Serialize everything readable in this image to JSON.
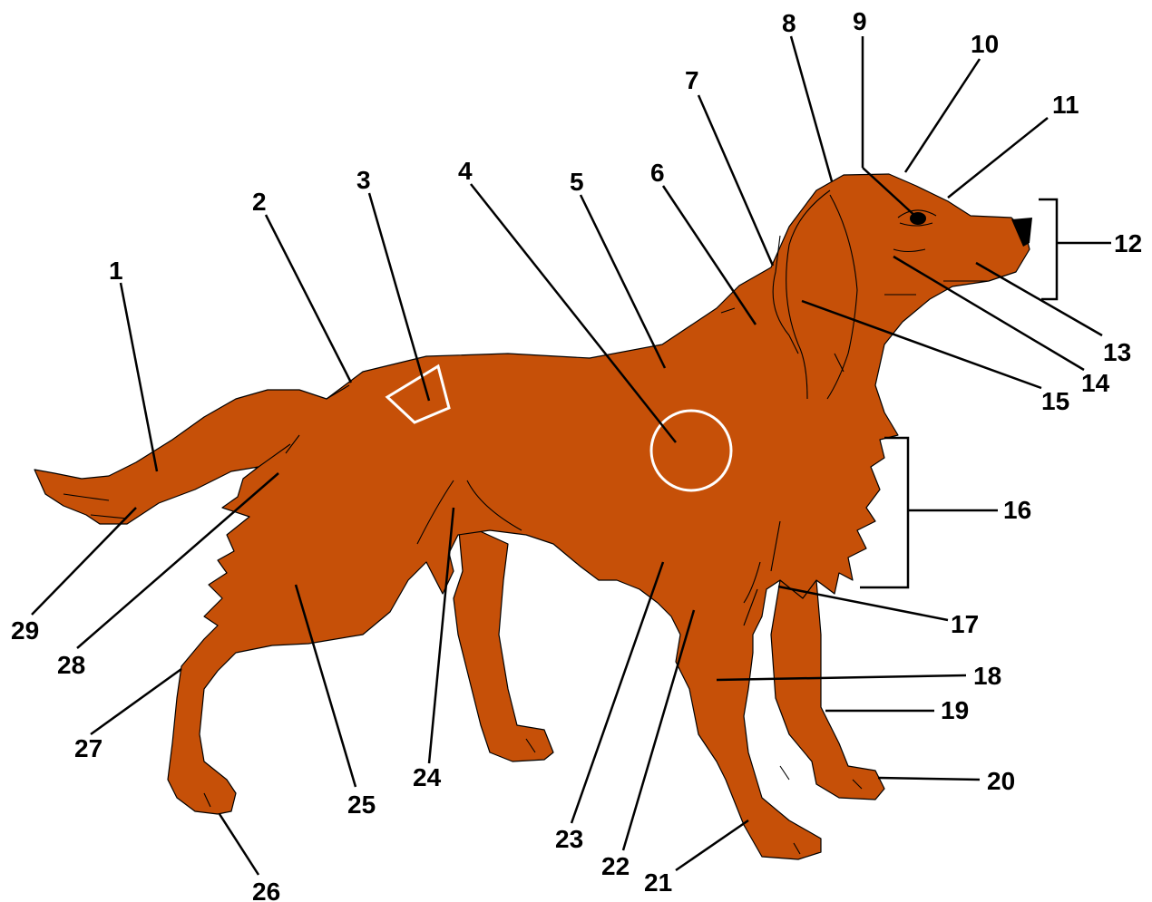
{
  "colors": {
    "fur": "#c65008",
    "outline": "#000000",
    "marker": "#ffffff",
    "nose": "#000000",
    "background": "#ffffff"
  },
  "labels": [
    {
      "id": "1",
      "text": "1"
    },
    {
      "id": "2",
      "text": "2"
    },
    {
      "id": "3",
      "text": "3"
    },
    {
      "id": "4",
      "text": "4"
    },
    {
      "id": "5",
      "text": "5"
    },
    {
      "id": "6",
      "text": "6"
    },
    {
      "id": "7",
      "text": "7"
    },
    {
      "id": "8",
      "text": "8"
    },
    {
      "id": "9",
      "text": "9"
    },
    {
      "id": "10",
      "text": "10"
    },
    {
      "id": "11",
      "text": "11"
    },
    {
      "id": "12",
      "text": "12"
    },
    {
      "id": "13",
      "text": "13"
    },
    {
      "id": "14",
      "text": "14"
    },
    {
      "id": "15",
      "text": "15"
    },
    {
      "id": "16",
      "text": "16"
    },
    {
      "id": "17",
      "text": "17"
    },
    {
      "id": "18",
      "text": "18"
    },
    {
      "id": "19",
      "text": "19"
    },
    {
      "id": "20",
      "text": "20"
    },
    {
      "id": "21",
      "text": "21"
    },
    {
      "id": "22",
      "text": "22"
    },
    {
      "id": "23",
      "text": "23"
    },
    {
      "id": "24",
      "text": "24"
    },
    {
      "id": "25",
      "text": "25"
    },
    {
      "id": "26",
      "text": "26"
    },
    {
      "id": "27",
      "text": "27"
    },
    {
      "id": "28",
      "text": "28"
    },
    {
      "id": "29",
      "text": "29"
    }
  ]
}
